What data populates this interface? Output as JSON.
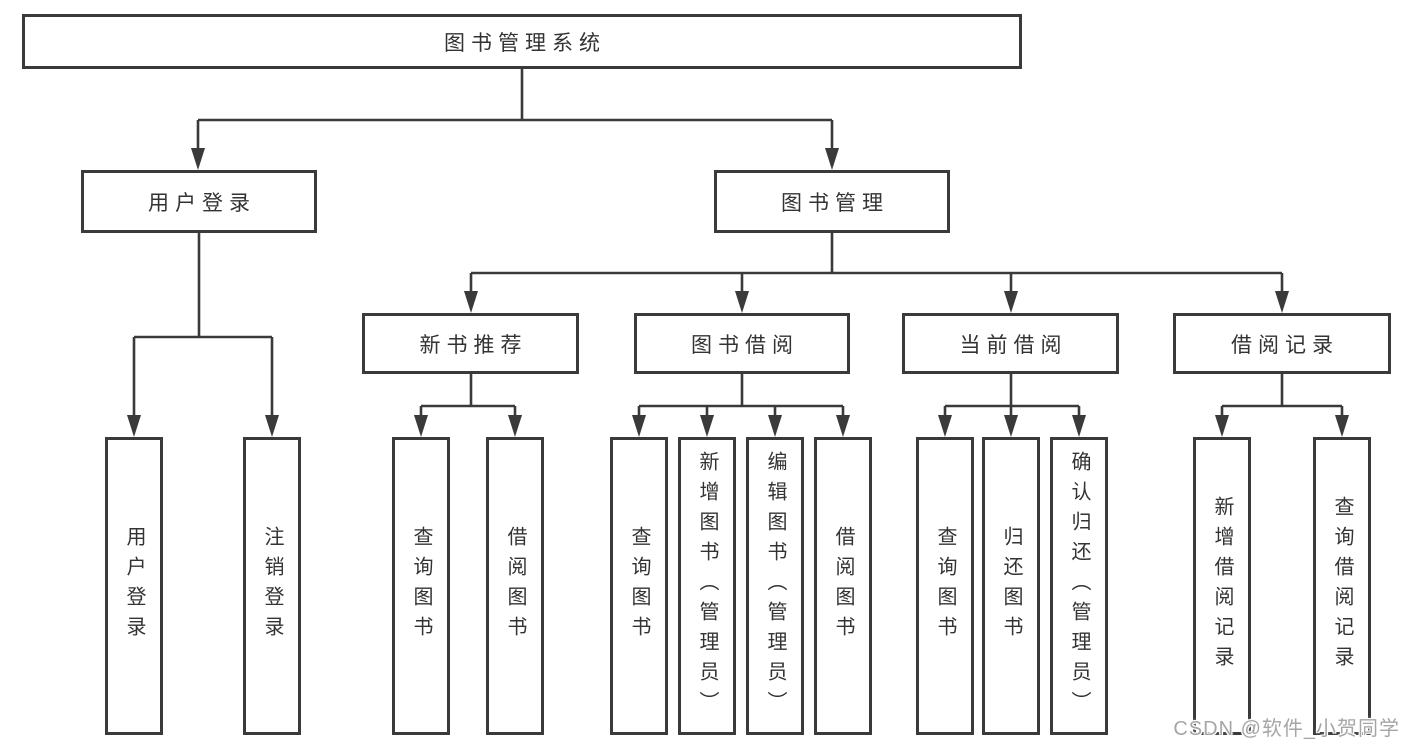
{
  "diagram": {
    "root": "图书管理系统",
    "level2": [
      {
        "label": "用户登录"
      },
      {
        "label": "图书管理"
      }
    ],
    "level3": [
      {
        "label": "新书推荐"
      },
      {
        "label": "图书借阅"
      },
      {
        "label": "当前借阅"
      },
      {
        "label": "借阅记录"
      }
    ],
    "leaves": [
      {
        "label": "用户登录"
      },
      {
        "label": "注销登录"
      },
      {
        "label": "查询图书"
      },
      {
        "label": "借阅图书"
      },
      {
        "label": "查询图书"
      },
      {
        "label": "新增图书（管理员）"
      },
      {
        "label": "编辑图书（管理员）"
      },
      {
        "label": "借阅图书"
      },
      {
        "label": "查询图书"
      },
      {
        "label": "归还图书"
      },
      {
        "label": "确认归还（管理员）"
      },
      {
        "label": "新增借阅记录"
      },
      {
        "label": "查询借阅记录"
      }
    ]
  },
  "watermark": {
    "text": "CSDN @软件_小贺同学"
  },
  "colors": {
    "line": "#3a3a3a",
    "text": "#333333",
    "background": "#ffffff",
    "watermark": "#a6a6a6"
  }
}
